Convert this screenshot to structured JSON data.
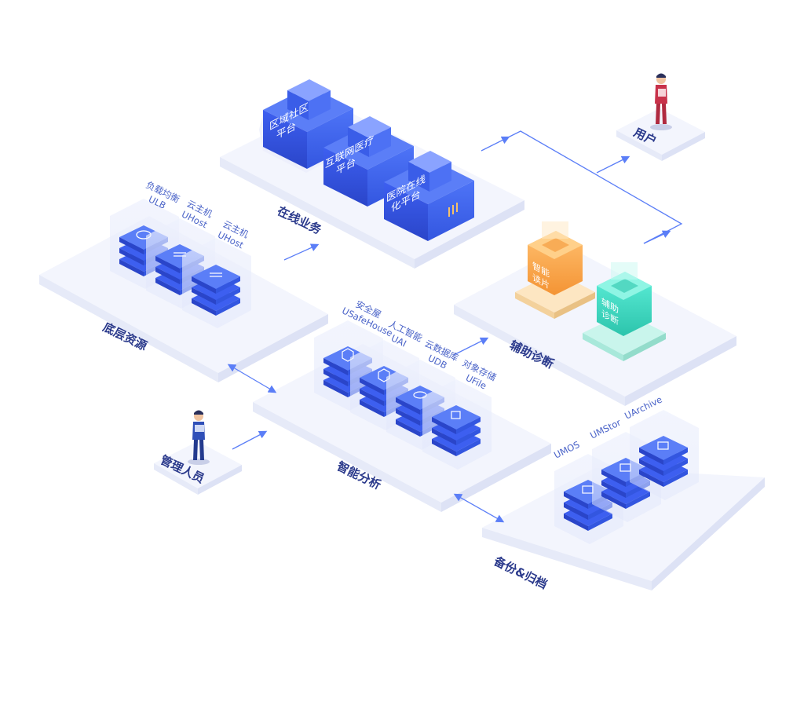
{
  "platforms": {
    "online_business": {
      "label": "在线业务",
      "blocks": [
        {
          "line1": "区域社区",
          "line2": "平台"
        },
        {
          "line1": "互联网医疗",
          "line2": "平台"
        },
        {
          "line1": "医院在线",
          "line2": "化平台"
        }
      ]
    },
    "base_resources": {
      "label": "底层资源",
      "services": [
        {
          "name": "负载均衡",
          "code": "ULB"
        },
        {
          "name": "云主机",
          "code": "UHost"
        },
        {
          "name": "云主机",
          "code": "UHost"
        }
      ]
    },
    "smart_analysis": {
      "label": "智能分析",
      "services": [
        {
          "name": "安全屋",
          "code": "USafeHouse"
        },
        {
          "name": "人工智能",
          "code": "UAI"
        },
        {
          "name": "云数据库",
          "code": "UDB"
        },
        {
          "name": "对象存储",
          "code": "UFile"
        }
      ]
    },
    "aux_diagnosis": {
      "label": "辅助诊断",
      "blocks": [
        {
          "line1": "智能",
          "line2": "读片"
        },
        {
          "line1": "辅助",
          "line2": "诊断"
        }
      ]
    },
    "backup": {
      "label": "备份&归档",
      "services": [
        {
          "code": "UMOS"
        },
        {
          "code": "UMStor"
        },
        {
          "code": "UArchive"
        }
      ]
    }
  },
  "actors": {
    "user": {
      "label": "用户"
    },
    "admin": {
      "label": "管理人员"
    }
  },
  "colors": {
    "platform": "#f3f5fd",
    "platform_edge": "#dfe4f6",
    "blue_top": "#5b7ef7",
    "blue_left": "#2e4fd8",
    "blue_right": "#3d63ee",
    "orange": "#f5a64a",
    "teal": "#3fd8c2",
    "arrow": "#5b7ef7",
    "label": "#2b3a8c"
  }
}
